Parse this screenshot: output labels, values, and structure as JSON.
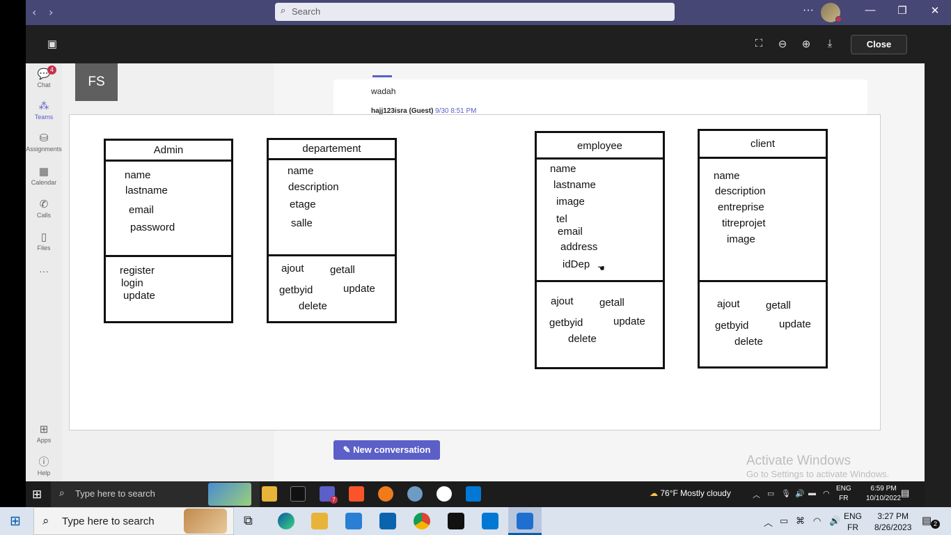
{
  "titlebar": {
    "search_placeholder": "Search",
    "more": "···"
  },
  "rail": {
    "chat": {
      "label": "Chat",
      "badge": "4"
    },
    "teams": {
      "label": "Teams"
    },
    "assignments": {
      "label": "Assignments"
    },
    "calendar": {
      "label": "Calendar"
    },
    "calls": {
      "label": "Calls"
    },
    "files": {
      "label": "Files"
    },
    "more": "···",
    "apps": {
      "label": "Apps"
    },
    "help": {
      "label": "Help"
    }
  },
  "team": {
    "initials": "FS"
  },
  "post": {
    "text": "wadah",
    "author": "hajj123isra (Guest)",
    "time": "9/30 8:51 PM"
  },
  "new_conversation": "New conversation",
  "viewer": {
    "close_label": "Close"
  },
  "activate": {
    "title": "Activate Windows",
    "subtitle": "Go to Settings to activate Windows."
  },
  "diagram": {
    "admin": {
      "name": "Admin",
      "attributes": [
        "name",
        "lastname",
        "email",
        "password"
      ],
      "methods": [
        "register",
        "login",
        "update"
      ]
    },
    "departement": {
      "name": "departement",
      "attributes": [
        "name",
        "description",
        "etage",
        "salle"
      ],
      "methods": [
        "ajout",
        "getall",
        "getbyid",
        "update",
        "delete"
      ]
    },
    "employee": {
      "name": "employee",
      "attributes": [
        "name",
        "lastname",
        "image",
        "tel",
        "email",
        "address",
        "idDep"
      ],
      "methods": [
        "ajout",
        "getall",
        "getbyid",
        "update",
        "delete"
      ]
    },
    "client": {
      "name": "client",
      "attributes": [
        "name",
        "description",
        "entreprise",
        "titreprojet",
        "image"
      ],
      "methods": [
        "ajout",
        "getall",
        "getbyid",
        "update",
        "delete"
      ]
    }
  },
  "inner_taskbar": {
    "search_placeholder": "Type here to search",
    "teams_badge": "7",
    "weather": "76°F  Mostly cloudy",
    "lang_top": "ENG",
    "lang_bottom": "FR",
    "time": "6:59 PM",
    "date": "10/10/2022"
  },
  "taskbar": {
    "search_placeholder": "Type here to search",
    "lang_top": "ENG",
    "lang_bottom": "FR",
    "time": "3:27 PM",
    "date": "8/26/2023",
    "notifications": "2"
  },
  "colors": {
    "teams_purple": "#464775",
    "accent": "#5b5fc7",
    "badge_red": "#c4314b"
  }
}
